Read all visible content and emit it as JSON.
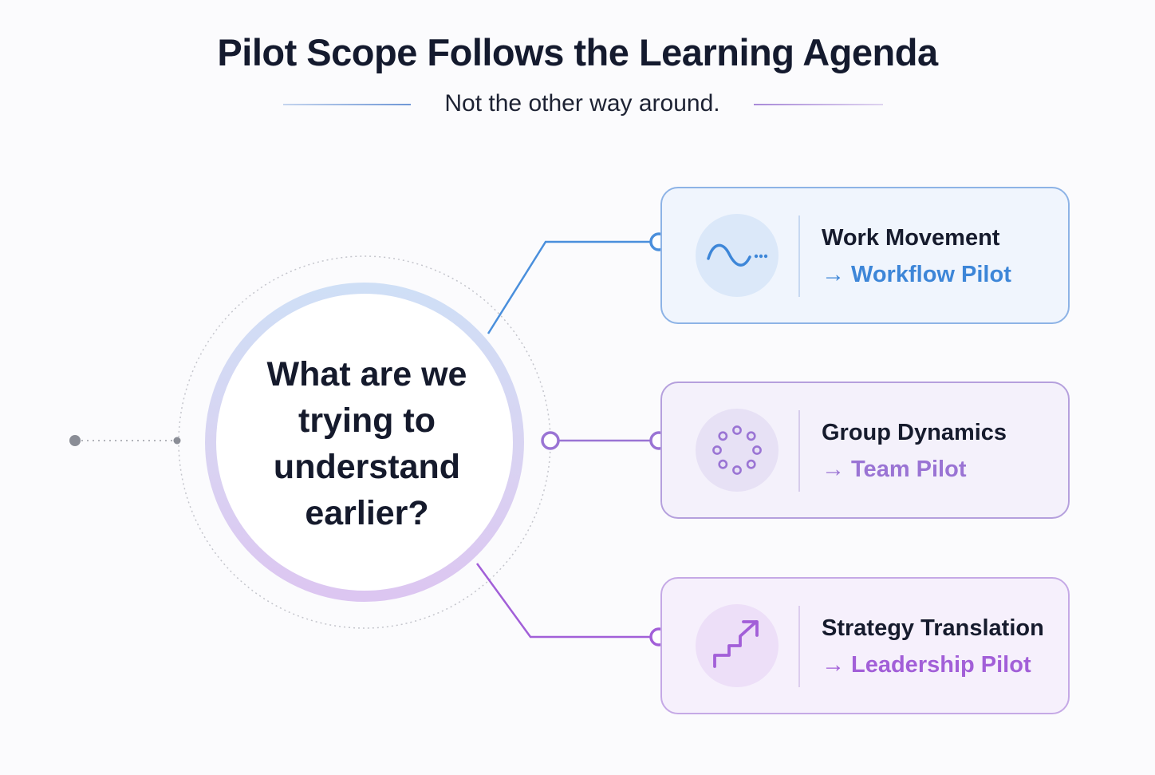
{
  "header": {
    "title": "Pilot Scope Follows the Learning Agenda",
    "subtitle": "Not the other way around."
  },
  "hub": {
    "question": "What are we trying to understand earlier?"
  },
  "cards": [
    {
      "title": "Work Movement",
      "arrow": "→",
      "pilot": "Workflow Pilot",
      "icon": "wave-icon",
      "color": "#3d86d8"
    },
    {
      "title": "Group Dynamics",
      "arrow": "→",
      "pilot": "Team Pilot",
      "icon": "circle-of-dots-icon",
      "color": "#9a74d4"
    },
    {
      "title": "Strategy Translation",
      "arrow": "→",
      "pilot": "Leadership Pilot",
      "icon": "stairs-arrow-icon",
      "color": "#a25fd8"
    }
  ],
  "colors": {
    "blue_accent": "#4a8fdc",
    "violet_accent": "#9a74d4",
    "purple_accent": "#a25fd8",
    "neutral_dot": "#8a8d96"
  }
}
